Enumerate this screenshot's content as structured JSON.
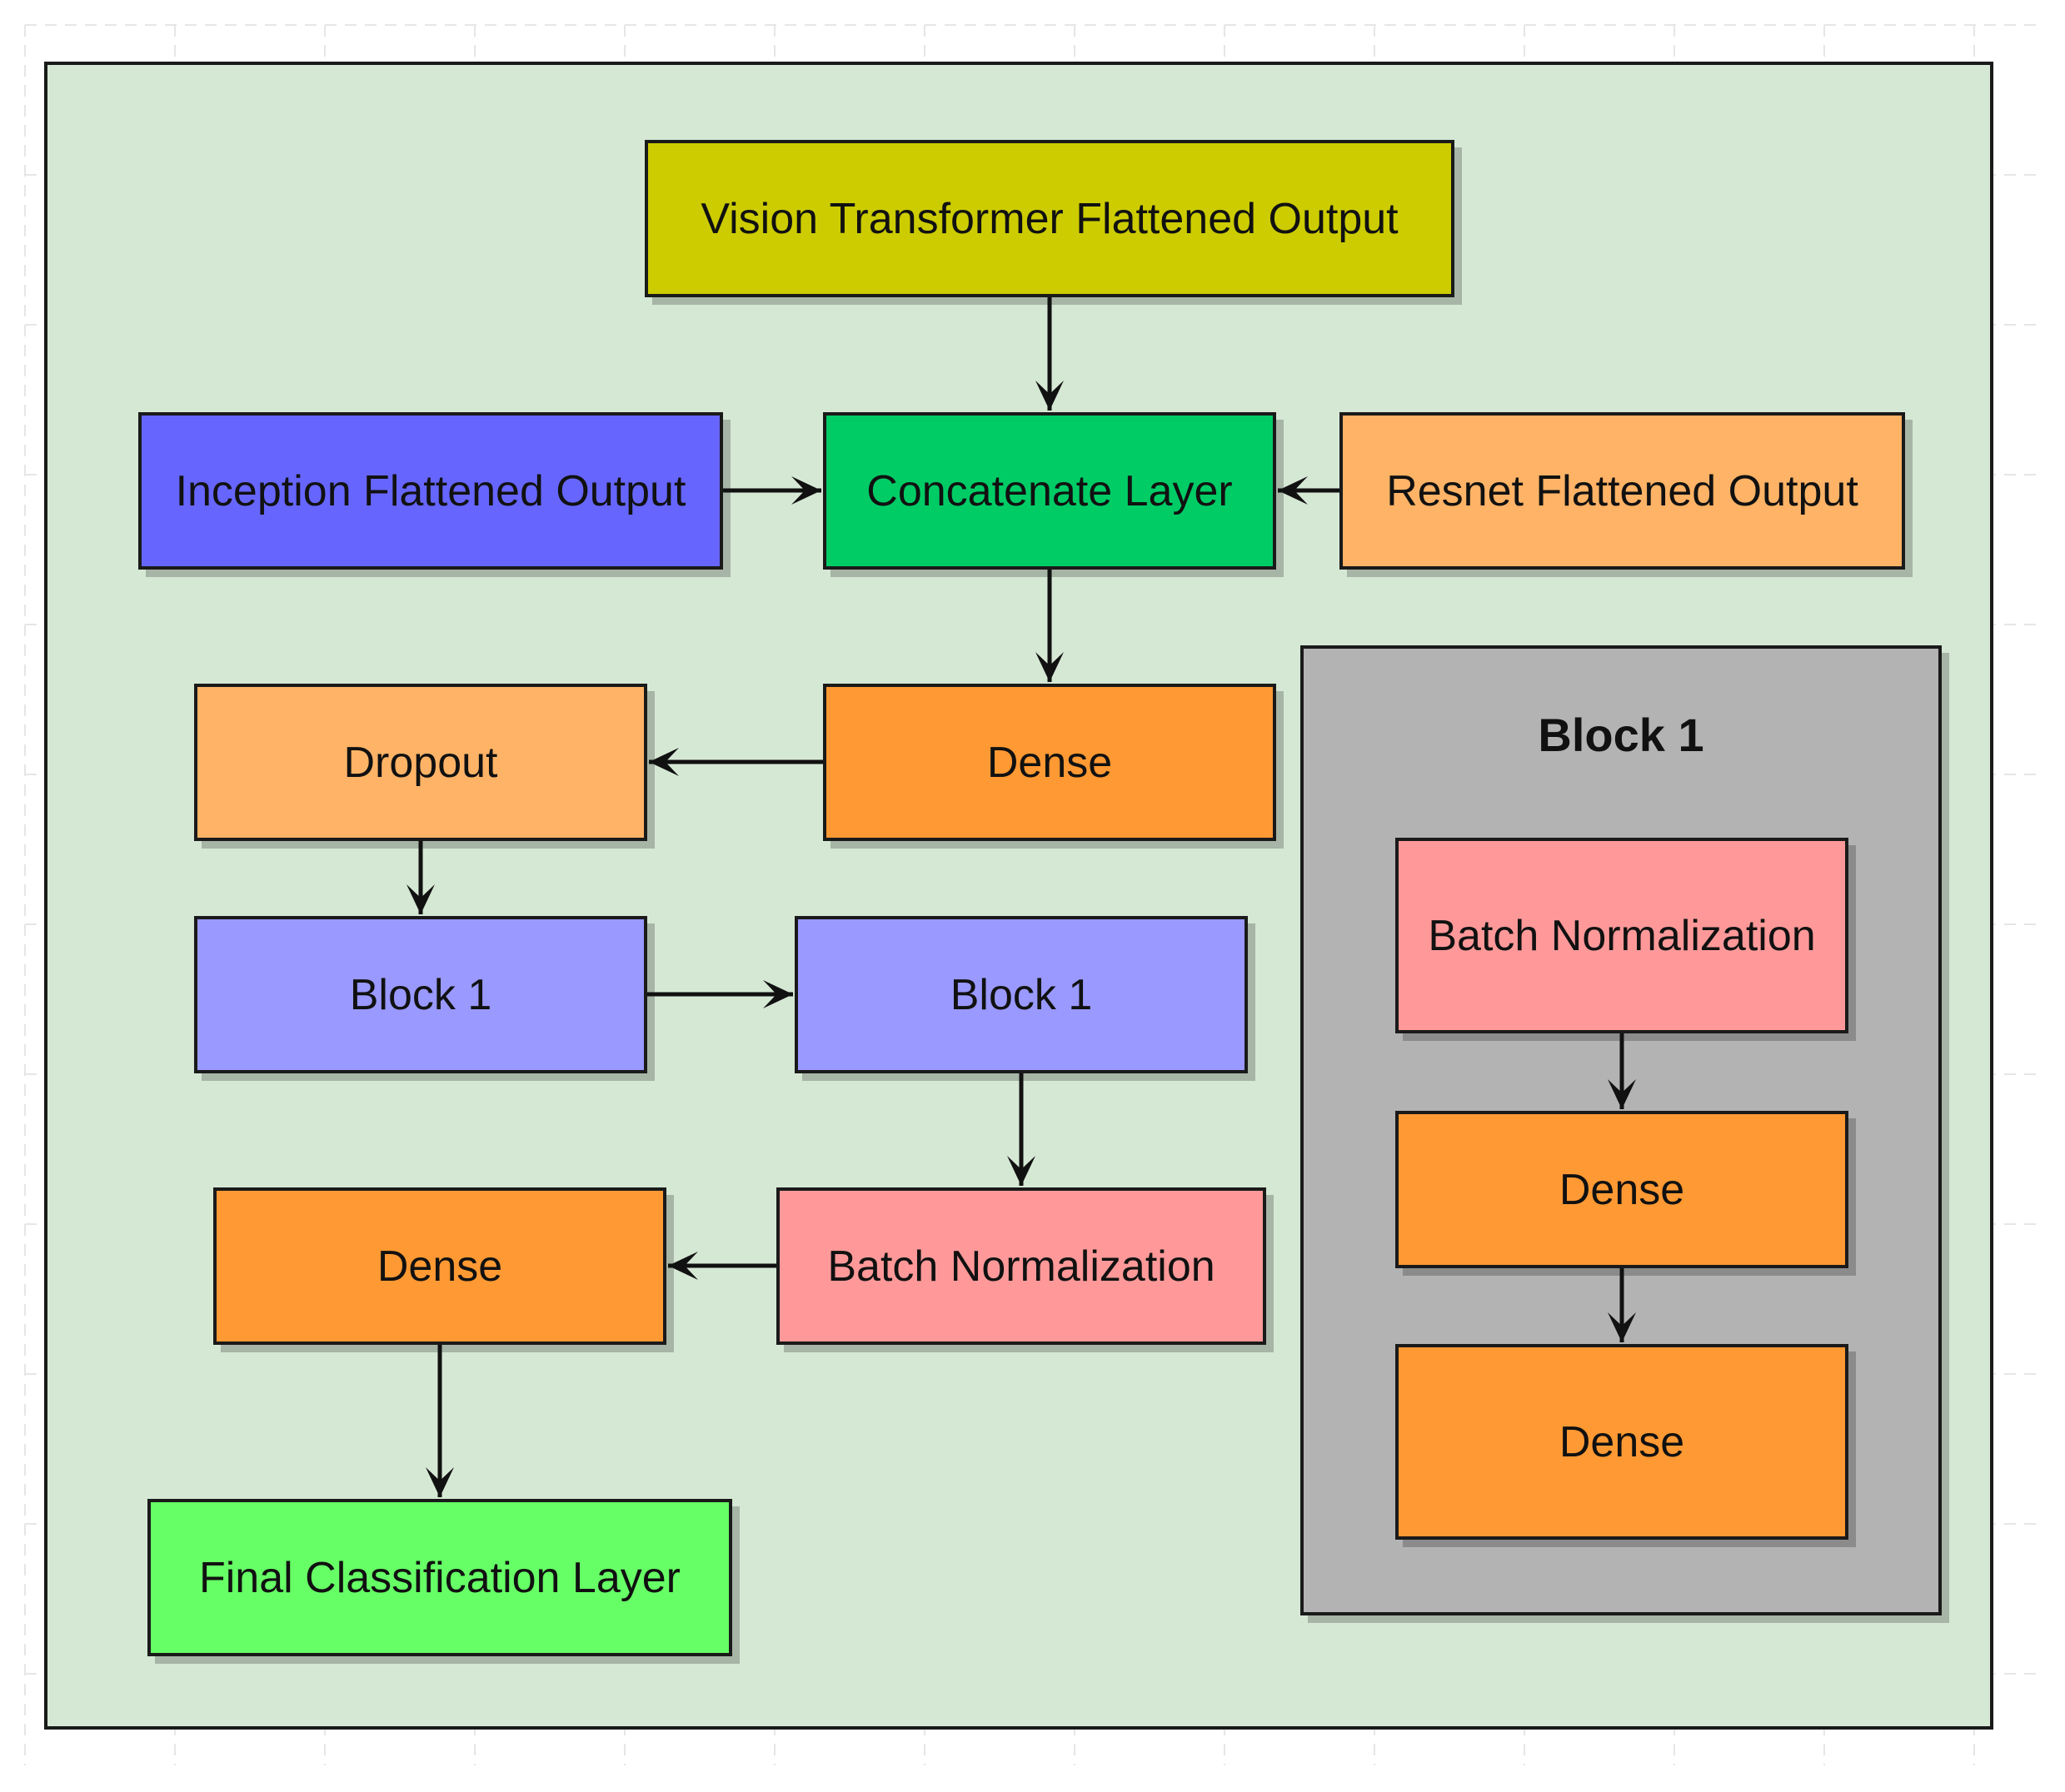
{
  "diagram": {
    "colors": {
      "background": "#d5e8d4",
      "vit": "#cccc00",
      "inception": "#6666ff",
      "concat": "#00cc66",
      "resnet": "#ffb366",
      "dense": "#ff9933",
      "dropout": "#ffb366",
      "block": "#9999ff",
      "batchnorm": "#ff9999",
      "final": "#66ff66",
      "block_panel": "#b3b3b3"
    },
    "nodes": {
      "vit": "Vision Transformer Flattened Output",
      "inception": "Inception Flattened Output",
      "concat": "Concatenate Layer",
      "resnet": "Resnet Flattened Output",
      "dense_top": "Dense",
      "dropout": "Dropout",
      "block_a": "Block 1",
      "block_b": "Block 1",
      "batchnorm_main": "Batch Normalization",
      "dense_bottom": "Dense",
      "final": "Final Classification Layer"
    },
    "block_panel": {
      "title": "Block 1",
      "nodes": {
        "batchnorm": "Batch Normalization",
        "dense1": "Dense",
        "dense2": "Dense"
      }
    },
    "edges": [
      [
        "vit",
        "concat"
      ],
      [
        "inception",
        "concat"
      ],
      [
        "resnet",
        "concat"
      ],
      [
        "concat",
        "dense_top"
      ],
      [
        "dense_top",
        "dropout"
      ],
      [
        "dropout",
        "block_a"
      ],
      [
        "block_a",
        "block_b"
      ],
      [
        "block_b",
        "batchnorm_main"
      ],
      [
        "batchnorm_main",
        "dense_bottom"
      ],
      [
        "dense_bottom",
        "final"
      ],
      [
        "panel_batchnorm",
        "panel_dense1"
      ],
      [
        "panel_dense1",
        "panel_dense2"
      ]
    ]
  }
}
